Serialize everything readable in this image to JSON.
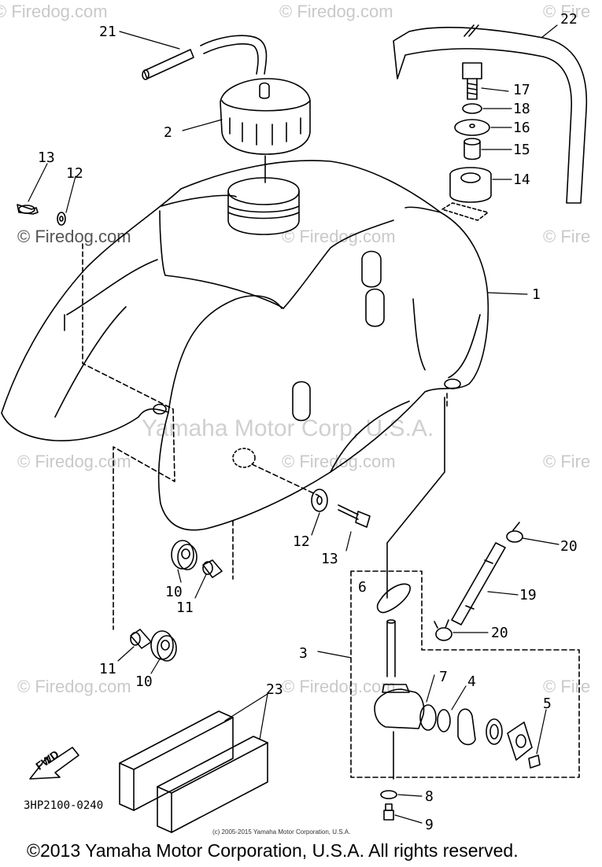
{
  "watermarks": {
    "text": "© Firedog.com",
    "partial": "© Fire",
    "center": "Yamaha Motor Corp, U.S.A."
  },
  "callouts": {
    "c1": "1",
    "c2": "2",
    "c3": "3",
    "c4": "4",
    "c5": "5",
    "c6": "6",
    "c7": "7",
    "c8": "8",
    "c9": "9",
    "c10a": "10",
    "c10b": "10",
    "c11a": "11",
    "c11b": "11",
    "c12a": "12",
    "c12b": "12",
    "c13a": "13",
    "c13b": "13",
    "c14": "14",
    "c15": "15",
    "c16": "16",
    "c17": "17",
    "c18": "18",
    "c19": "19",
    "c20a": "20",
    "c20b": "20",
    "c21": "21",
    "c22": "22",
    "c23": "23"
  },
  "fwd_label": "FWD",
  "part_code": "3HP2100-0240",
  "small_copyright": "(c) 2005-2015 Yamaha Motor Corporation, U.S.A.",
  "footer": "©2013 Yamaha Motor Corporation, U.S.A. All rights reserved."
}
